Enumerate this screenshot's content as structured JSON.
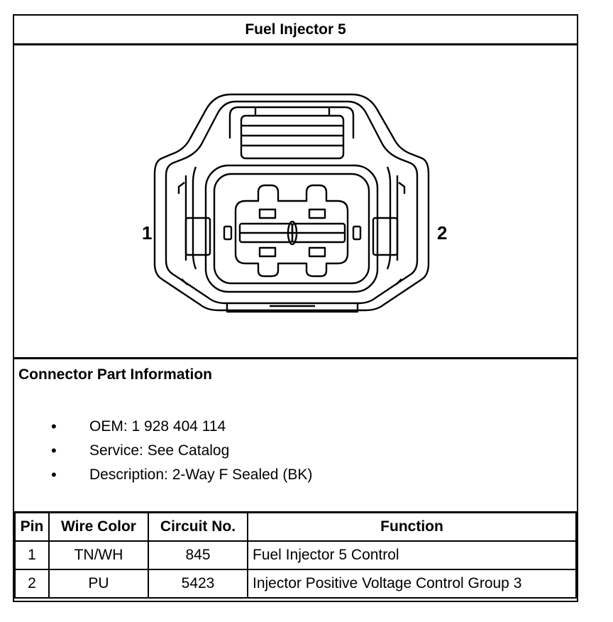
{
  "title": "Fuel Injector 5",
  "diagram": {
    "pin_left_label": "1",
    "pin_right_label": "2"
  },
  "connector_info": {
    "heading": "Connector Part Information",
    "items": [
      "OEM: 1 928 404 114",
      "Service: See Catalog",
      "Description: 2-Way F Sealed (BK)"
    ]
  },
  "pin_table": {
    "headers": [
      "Pin",
      "Wire Color",
      "Circuit No.",
      "Function"
    ],
    "rows": [
      [
        "1",
        "TN/WH",
        "845",
        "Fuel Injector 5 Control"
      ],
      [
        "2",
        "PU",
        "5423",
        "Injector Positive Voltage Control Group 3"
      ]
    ]
  }
}
